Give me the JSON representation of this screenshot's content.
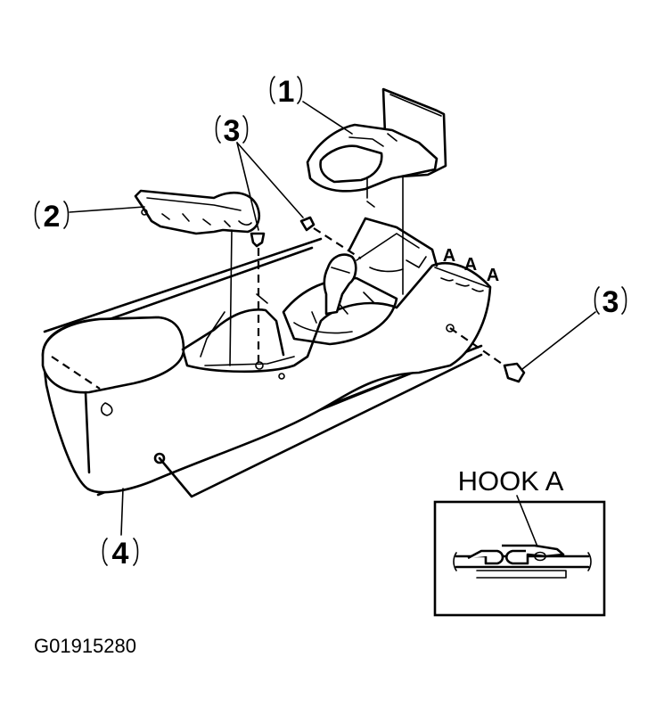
{
  "callouts": {
    "part_1": "1",
    "part_2": "2",
    "part_3_top": "3",
    "part_3_right": "3",
    "part_4": "4"
  },
  "hook_markers": [
    "A",
    "A",
    "A"
  ],
  "detail": {
    "title": "HOOK A"
  },
  "figure_code": "G01915280"
}
